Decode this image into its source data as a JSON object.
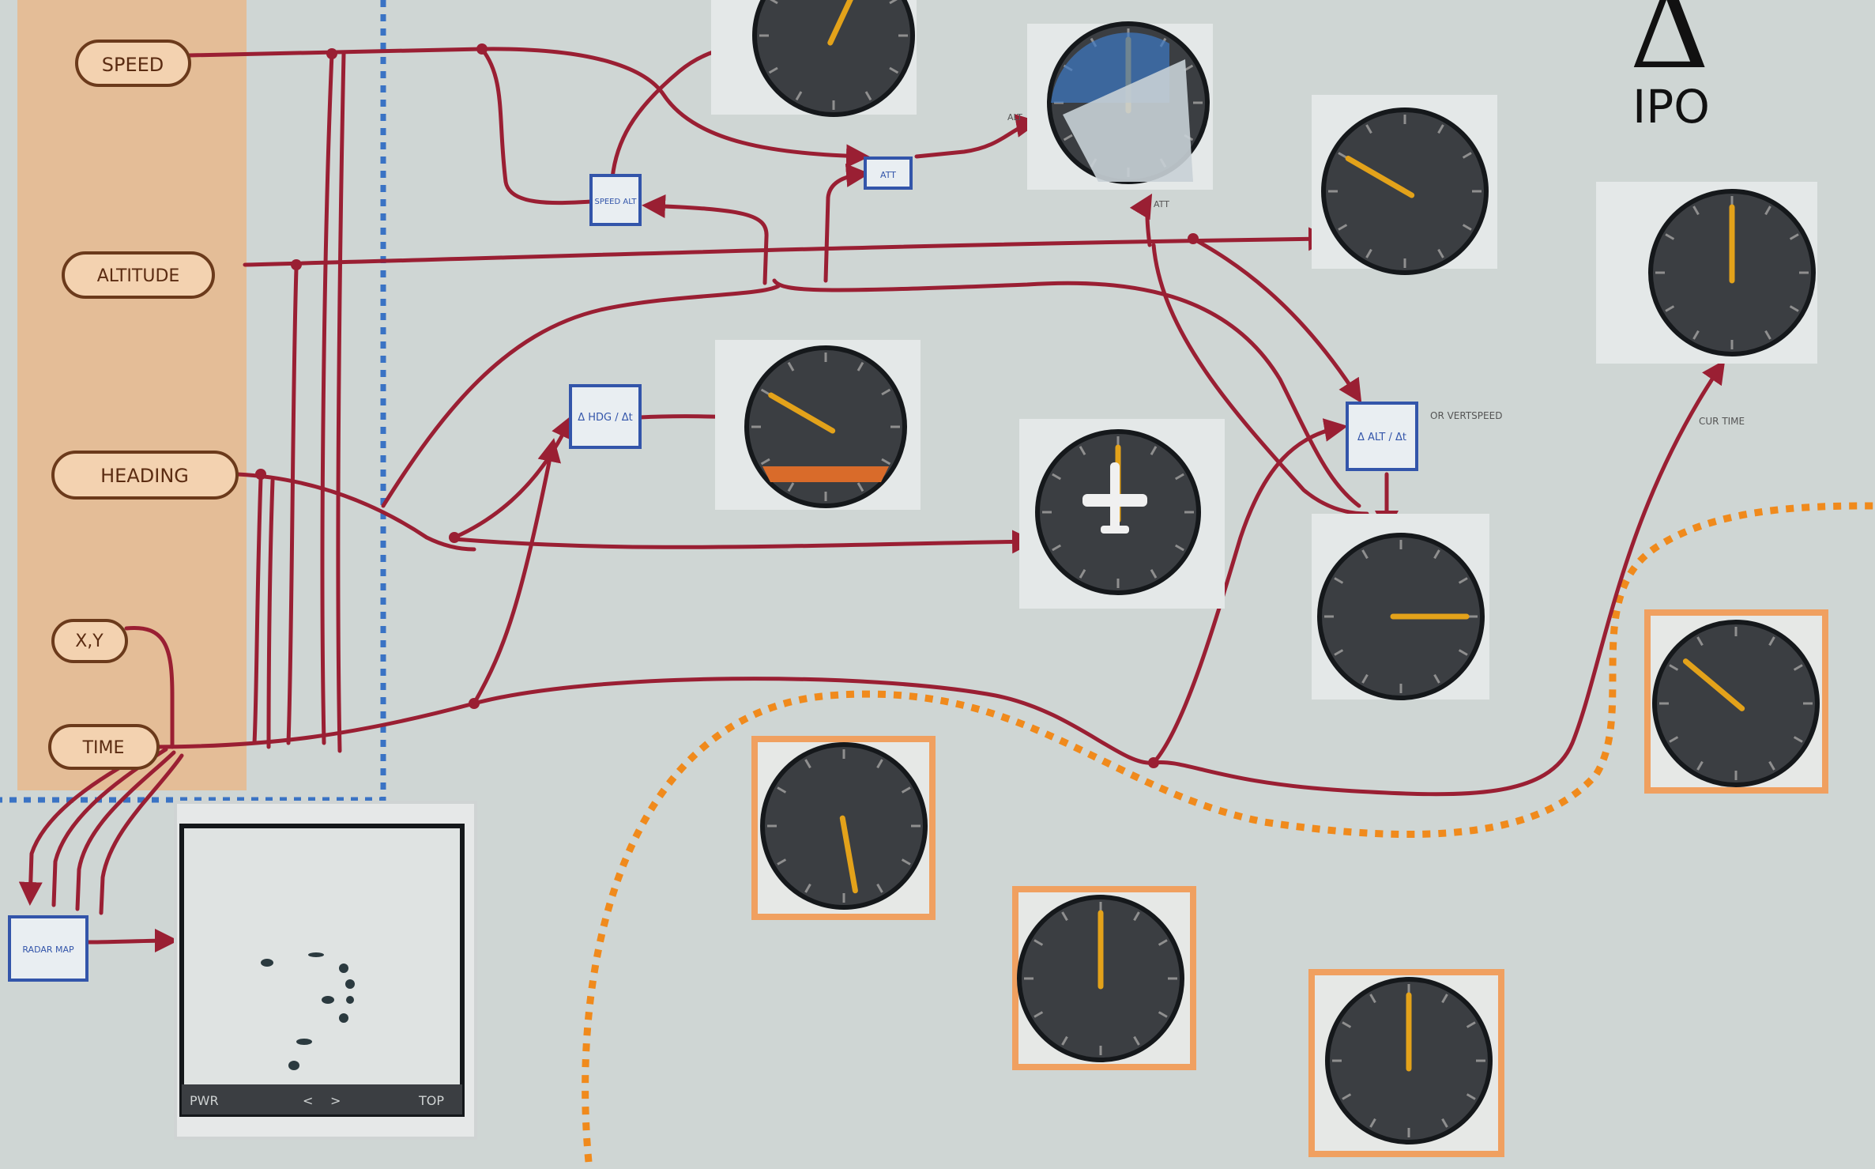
{
  "inputs": [
    {
      "id": "speed",
      "label": "SPEED"
    },
    {
      "id": "altitude",
      "label": "ALTITUDE"
    },
    {
      "id": "heading",
      "label": "HEADING"
    },
    {
      "id": "xy",
      "label": "X,Y"
    },
    {
      "id": "time",
      "label": "TIME"
    }
  ],
  "processes": [
    {
      "id": "proc-speed-altitude",
      "label": "SPEED ALT"
    },
    {
      "id": "proc-speed-attitude",
      "label": "ATT"
    },
    {
      "id": "proc-delta-heading",
      "label": "Δ HDG / Δt"
    },
    {
      "id": "proc-delta-altitude",
      "label": "Δ ALT / Δt"
    },
    {
      "id": "proc-radar-map",
      "label": "RADAR MAP"
    }
  ],
  "annotations": {
    "delta_alt_note": "OR VERTSPEED",
    "clock_note": "CUR TIME",
    "attitude_in": "ALT",
    "attitude_up": "ATT"
  },
  "radar": {
    "left_label": "PWR",
    "mid_labels": [
      "<",
      ">"
    ],
    "right_label": "TOP"
  },
  "logo": {
    "symbol": "Δ",
    "text": "IPO"
  },
  "colors": {
    "wire": "#9a1f33",
    "input_zone": "#e8b88c",
    "boundary_blue": "#3a73c4",
    "boundary_orange": "#f08a1c",
    "needle": "#e3a21a",
    "gauge_face": "#3b3e42"
  },
  "gauges": [
    {
      "name": "airspeed-indicator",
      "needle_deg": 25
    },
    {
      "name": "attitude-indicator",
      "needle_deg": 0
    },
    {
      "name": "altimeter-gauge",
      "needle_deg": 300
    },
    {
      "name": "clock-gauge",
      "needle_deg": 0
    },
    {
      "name": "turn-coordinator",
      "needle_deg": 300
    },
    {
      "name": "heading-indicator",
      "needle_deg": 0
    },
    {
      "name": "vertical-speed-gauge",
      "needle_deg": 90
    },
    {
      "name": "output-gauge-right",
      "needle_deg": 310
    },
    {
      "name": "output-gauge-bottom-1",
      "needle_deg": 170
    },
    {
      "name": "output-gauge-bottom-2",
      "needle_deg": 0
    },
    {
      "name": "output-gauge-bottom-3",
      "needle_deg": 0
    }
  ]
}
